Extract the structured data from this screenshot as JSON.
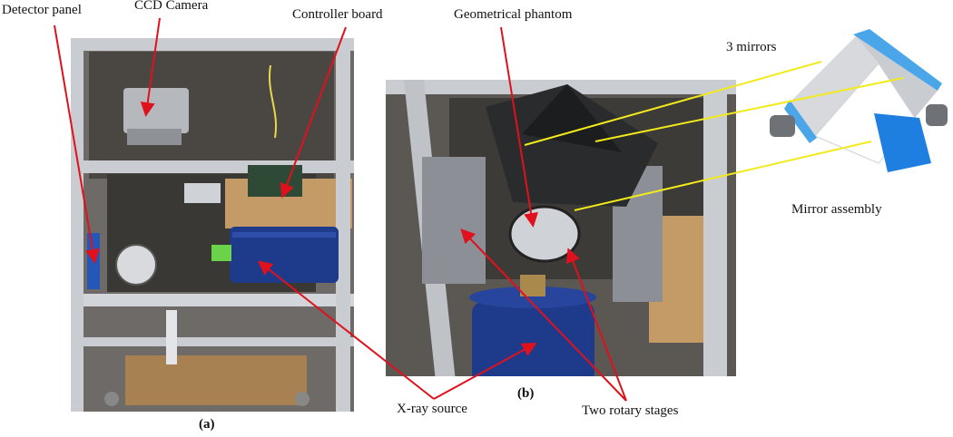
{
  "labels": {
    "detector_panel": "Detector panel",
    "ccd_camera": "CCD Camera",
    "controller_board": "Controller board",
    "geometrical_phantom": "Geometrical phantom",
    "three_mirrors": "3 mirrors",
    "mirror_assembly": "Mirror assembly",
    "xray_source": "X-ray source",
    "two_rotary_stages": "Two rotary stages"
  },
  "captions": {
    "a": "(a)",
    "b": "(b)"
  },
  "colors": {
    "arrow": "#e0111c",
    "leader": "#f2ea1a",
    "frame": "#c9ccd0",
    "dark": "#1e1f22",
    "tube_blue": "#1e3a8a",
    "mirror_blue": "#1f7fe0",
    "wood": "#c49a66"
  }
}
